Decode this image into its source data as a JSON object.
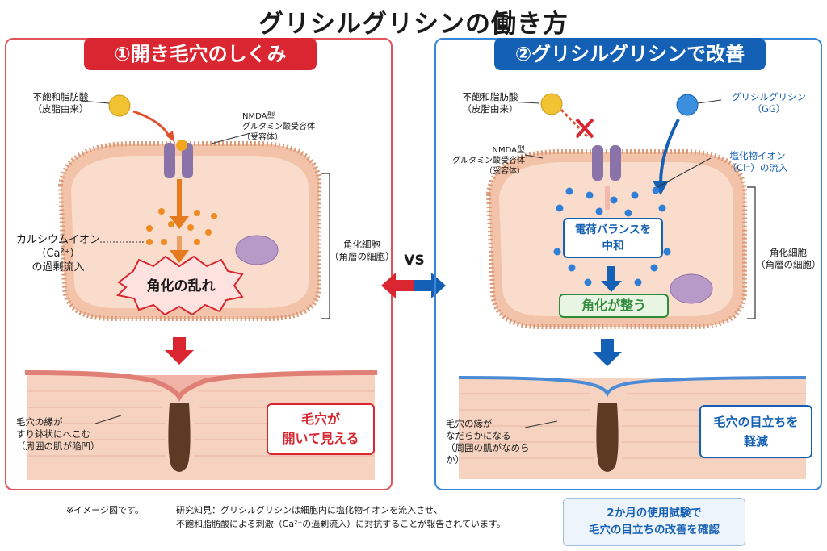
{
  "title": "グリシルグリシンの働き方",
  "left": {
    "heading": "①開き毛穴のしくみ",
    "fatty_acid": "不飽和脂肪酸",
    "fatty_acid_source": "（皮脂由来）",
    "receptor_1": "NMDA型",
    "receptor_2": "グルタミン酸受容体",
    "receptor_3": "（受容体）",
    "calcium_1": "カルシウムイオン",
    "calcium_2": "（Ca²⁺）",
    "calcium_3": "の過剰流入",
    "disorder": "角化の乱れ",
    "cell_1": "角化細胞",
    "cell_2": "（角層の細胞）",
    "edge_1": "毛穴の縁が",
    "edge_2": "すり鉢状にへこむ",
    "edge_3": "（周囲の肌が陥凹）",
    "result_1": "毛穴が",
    "result_2": "開いて見える"
  },
  "right": {
    "heading": "②グリシルグリシンで改善",
    "fatty_acid": "不飽和脂肪酸",
    "fatty_acid_source": "（皮脂由来）",
    "receptor_1": "NMDA型",
    "receptor_2": "グルタミン酸受容体",
    "receptor_3": "（受容体）",
    "gg_1": "グリシルグリシン",
    "gg_2": "（GG）",
    "chloride_1": "塩化物イオン",
    "chloride_2": "（Cl⁻）の流入",
    "charge_1": "電荷バランスを",
    "charge_2": "中和",
    "normal": "角化が整う",
    "cell_1": "角化細胞",
    "cell_2": "（角層の細胞）",
    "edge_1": "毛穴の縁が",
    "edge_2": "なだらかになる",
    "edge_3": "（周囲の肌がなめらか）",
    "result_1": "毛穴の目立ちを",
    "result_2": "軽減"
  },
  "vs": "VS",
  "footer": {
    "note": "※イメージ図です。",
    "finding_1": "研究知見：グリシルグリシンは細胞内に塩化物イオンを流入させ、",
    "finding_2": "不飽和脂肪酸による刺激（Ca²⁺の過剰流入）に対抗することが報告されています。",
    "trial_1": "2か月の使用試験で",
    "trial_2": "毛穴の目立ちの改善を確認"
  },
  "colors": {
    "red": "#d92630",
    "blue": "#1460b4",
    "green": "#2e8b3a",
    "skin": "#f6d3c0"
  }
}
